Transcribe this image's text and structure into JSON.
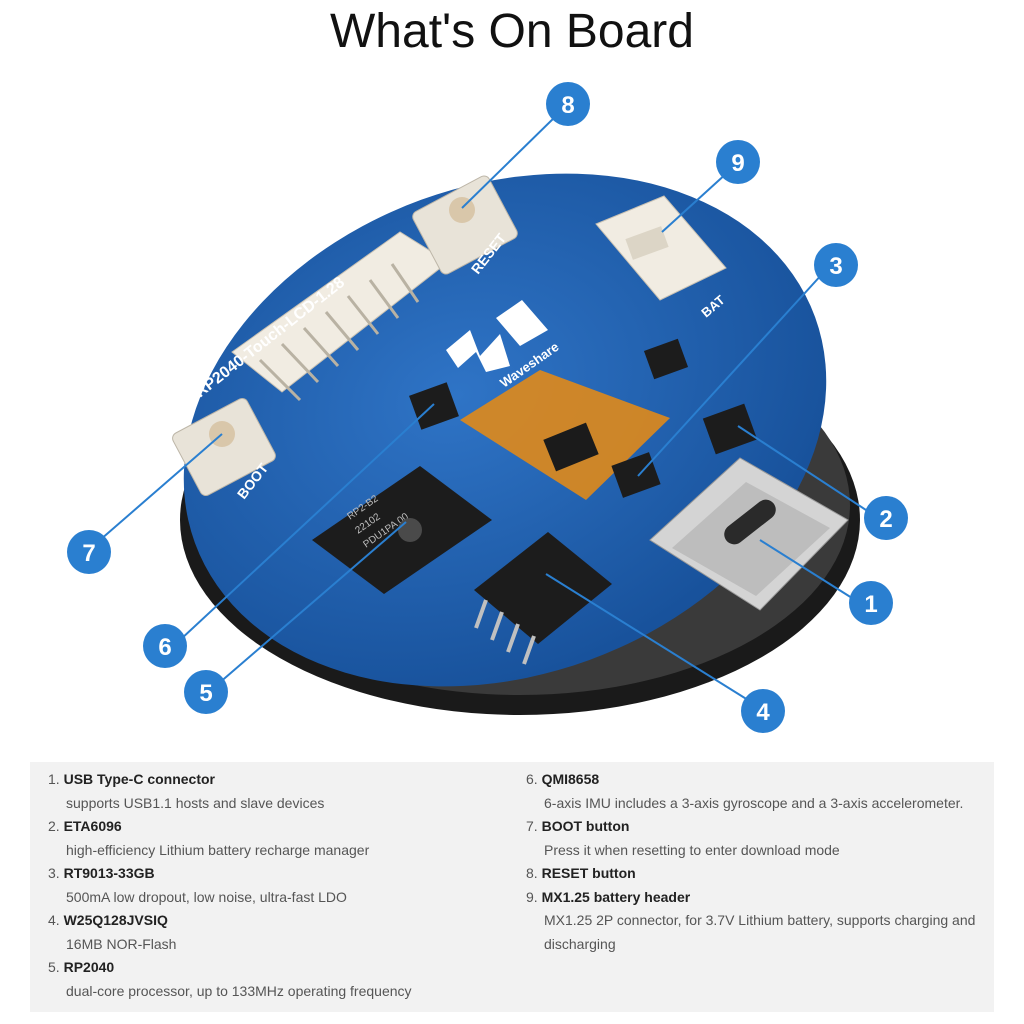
{
  "header": {
    "title": "What's On Board"
  },
  "board": {
    "silkscreen": {
      "reset": "RESET",
      "boot": "BOOT",
      "bat": "BAT",
      "brand": "Waveshare",
      "product": "RP2040-Touch-LCD-1.28"
    },
    "chip_text": [
      "RP2-B2",
      "22102",
      "PDU1PA 00"
    ],
    "callouts": [
      "1",
      "2",
      "3",
      "4",
      "5",
      "6",
      "7",
      "8",
      "9"
    ]
  },
  "legend": {
    "items": [
      {
        "num": "1.",
        "name": "USB Type-C connector",
        "desc": "supports USB1.1 hosts and slave devices"
      },
      {
        "num": "2.",
        "name": "ETA6096",
        "desc": "high-efficiency Lithium battery recharge manager"
      },
      {
        "num": "3.",
        "name": "RT9013-33GB",
        "desc": "500mA low dropout, low noise, ultra-fast LDO"
      },
      {
        "num": "4.",
        "name": "W25Q128JVSIQ",
        "desc": "16MB NOR-Flash"
      },
      {
        "num": "5.",
        "name": "RP2040",
        "desc": "dual-core processor, up to 133MHz operating frequency"
      },
      {
        "num": "6.",
        "name": "QMI8658",
        "desc": "6-axis IMU includes a 3-axis gyroscope and a 3-axis accelerometer."
      },
      {
        "num": "7.",
        "name": "BOOT button",
        "desc": "Press it when resetting to enter download mode"
      },
      {
        "num": "8.",
        "name": "RESET button",
        "desc": ""
      },
      {
        "num": "9.",
        "name": "MX1.25 battery header",
        "desc": "MX1.25 2P connector, for 3.7V Lithium battery, supports charging and discharging"
      }
    ]
  },
  "colors": {
    "pcb": "#1f5fb0",
    "callout": "#2a7fd0",
    "flex": "#e08a1a",
    "chip": "#1c1c1c"
  }
}
